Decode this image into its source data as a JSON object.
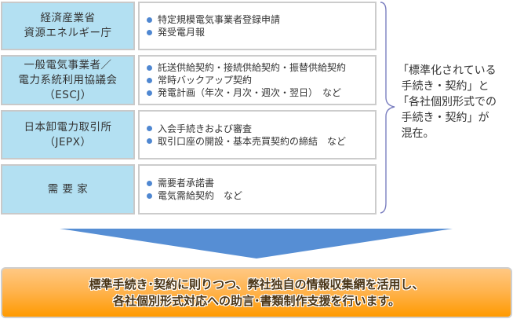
{
  "rows": [
    {
      "org": [
        "経済産業省",
        "資源エネルギー庁"
      ],
      "items": [
        "特定規模電気事業者登録申請",
        "発受電月報"
      ]
    },
    {
      "org": [
        "一般電気事業者／",
        "電力系統利用協議会",
        "（ESCJ）"
      ],
      "items": [
        "託送供給契約・接続供給契約・振替供給契約",
        "常時バックアップ契約",
        "発電計画（年次・月次・週次・翌日）　など"
      ]
    },
    {
      "org": [
        "日本卸電力取引所",
        "（JEPX）"
      ],
      "items": [
        "入会手続きおよび審査",
        "取引口座の開設・基本売買契約の締結　など"
      ]
    },
    {
      "org": [
        "需 要 家"
      ],
      "items": [
        "需要者承諾書",
        "電気需給契約　など"
      ]
    }
  ],
  "note": [
    "「標準化されている",
    " 手続き・契約」と",
    "「各社個別形式での",
    " 手続き・契約」が",
    " 混在。"
  ],
  "banner": [
    "標準手続き･契約に則りつつ、弊社独自の情報収集網を活用し、",
    "各社個別形式対応への助言･書類制作支援を行います。"
  ],
  "colors": {
    "org_bg": "#b3e0f2",
    "bullet": "#4f87d1",
    "arrow": "#568ed4",
    "brace": "#7b7fc0",
    "banner_top": "#ffc883",
    "banner_bottom": "#ff9a00"
  }
}
